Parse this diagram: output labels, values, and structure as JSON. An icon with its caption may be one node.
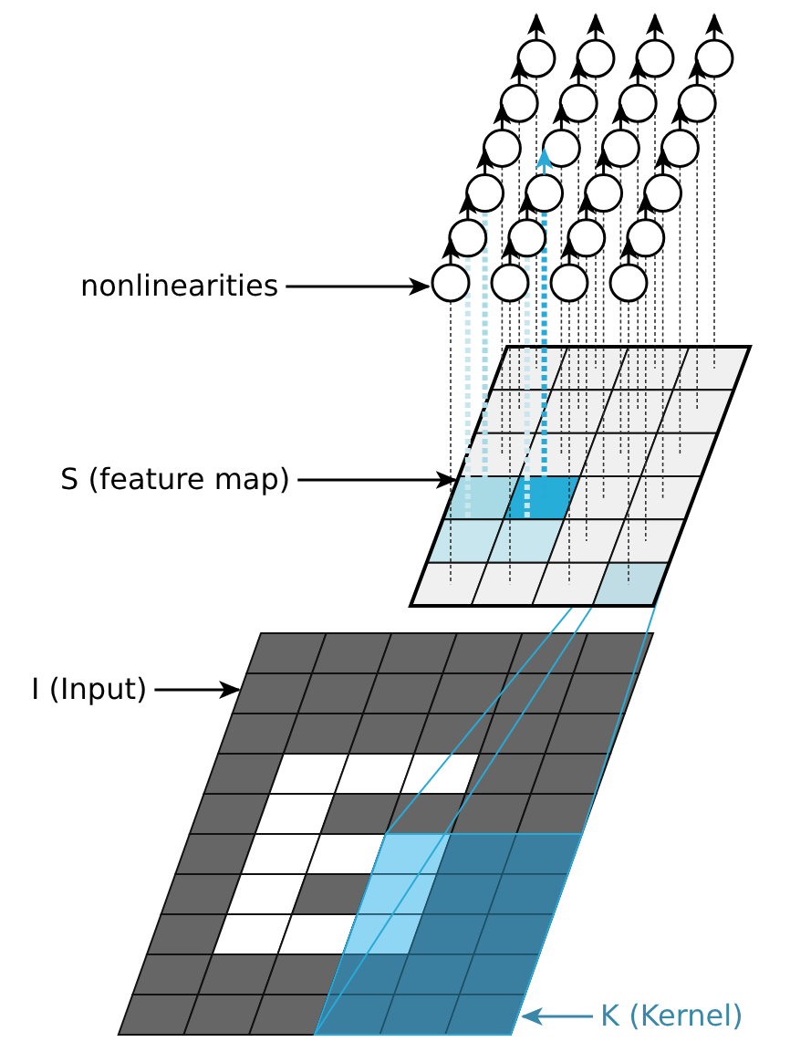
{
  "diagram": {
    "nodes": [
      {
        "text": [
          "nonlinearities"
        ]
      },
      {
        "text": [],
        "shape": "picture"
      },
      {
        "text": [
          "S (feature map)"
        ]
      },
      {
        "text": [],
        "shape": "picture"
      },
      {
        "text": [
          "I (Input)"
        ]
      },
      {
        "text": [],
        "shape": "picture"
      },
      {
        "text": [
          "K (Kernel)"
        ]
      },
      {
        "text": [],
        "shape": "picture",
        "in": 5
      }
    ],
    "edges": [
      {
        "from": 0,
        "to": 1,
        "arrow": "to"
      },
      {
        "from": 2,
        "to": 3,
        "arrow": "to"
      },
      {
        "from": 4,
        "to": 5,
        "arrow": "to"
      },
      {
        "from": 6,
        "to": 7,
        "arrow": "to",
        "color": "#3b87a8"
      },
      {
        "from": 7,
        "to": 3,
        "arrow": "none",
        "color": "#29a9d6"
      },
      {
        "from": 7,
        "to": 3,
        "arrow": "none",
        "color": "#29a9d6"
      },
      {
        "from": 7,
        "to": 3,
        "arrow": "none",
        "color": "#29a9d6"
      }
    ]
  }
}
